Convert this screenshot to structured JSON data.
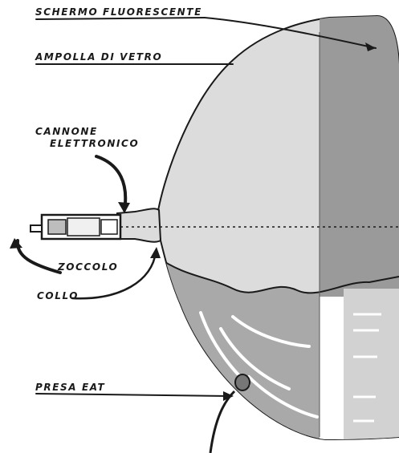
{
  "labels": {
    "schermo": "SCHERMO  FLUORESCENTE",
    "ampolla": "AMPOLLA  DI  VETRO",
    "cannone_line1": "CANNONE",
    "cannone_line2": "ELETTRONICO",
    "zoccolo": "ZOCCOLO",
    "collo": "COLLO",
    "presa": "PRESA   EAT"
  },
  "colors": {
    "glass": "#dcdcdc",
    "screen": "#9a9a9a",
    "lower_glass": "#a9a9a9",
    "ink": "#1a1a1a"
  }
}
